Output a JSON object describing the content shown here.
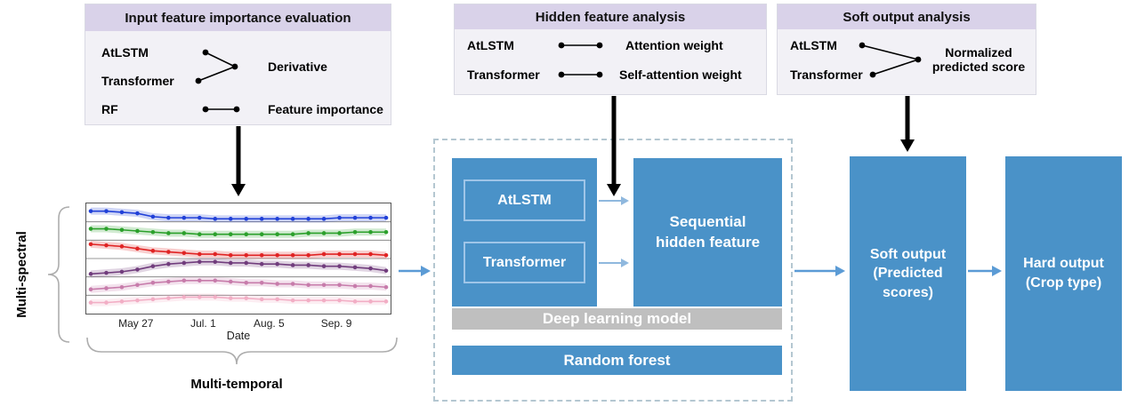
{
  "figure": {
    "colors": {
      "panel_header": "#d9d2e9",
      "panel_body": "#f2f1f6",
      "box_blue": "#4a92c8",
      "gray_bar": "#bfbfbf",
      "flow_arrow_blue": "#5b9bd5",
      "black_arrow": "#000000"
    }
  },
  "panels": {
    "input_importance": {
      "title": "Input feature importance evaluation",
      "models": [
        "AtLSTM",
        "Transformer",
        "RF"
      ],
      "derivative_label": "Derivative",
      "feature_importance_label": "Feature importance"
    },
    "hidden_feature": {
      "title": "Hidden feature analysis",
      "rows": [
        {
          "model": "AtLSTM",
          "weight": "Attention weight"
        },
        {
          "model": "Transformer",
          "weight": "Self-attention weight"
        }
      ]
    },
    "soft_output_analysis": {
      "title": "Soft output analysis",
      "models": [
        "AtLSTM",
        "Transformer"
      ],
      "output_label": "Normalized predicted score"
    }
  },
  "pipeline": {
    "atlstm": "AtLSTM",
    "transformer": "Transformer",
    "sequential_hidden_feature": "Sequential hidden feature",
    "deep_learning_model": "Deep learning model",
    "random_forest": "Random forest",
    "soft_output": "Soft output (Predicted scores)",
    "hard_output": "Hard output (Crop type)"
  },
  "labels": {
    "multi_spectral": "Multi-spectral",
    "multi_temporal": "Multi-temporal",
    "date_axis": "Date"
  },
  "chart_data": {
    "type": "line",
    "title": "",
    "xlabel": "Date",
    "ylabel": "",
    "x_ticks": [
      {
        "label": "May 27",
        "pos": 0.165
      },
      {
        "label": "Jul. 1",
        "pos": 0.385
      },
      {
        "label": "Aug. 5",
        "pos": 0.6
      },
      {
        "label": "Sep. 9",
        "pos": 0.82
      }
    ],
    "ylim": [
      0,
      1
    ],
    "grid": true,
    "gridlines_y": [
      0.167,
      0.333,
      0.5,
      0.667,
      0.833
    ],
    "series": [
      {
        "name": "band-1-blue",
        "color": "#2040d8",
        "values": [
          0.93,
          0.93,
          0.92,
          0.91,
          0.88,
          0.87,
          0.87,
          0.87,
          0.86,
          0.86,
          0.86,
          0.86,
          0.86,
          0.86,
          0.86,
          0.86,
          0.87,
          0.87,
          0.87,
          0.87
        ]
      },
      {
        "name": "band-2-green",
        "color": "#2ba02b",
        "values": [
          0.77,
          0.77,
          0.76,
          0.75,
          0.74,
          0.73,
          0.73,
          0.72,
          0.72,
          0.72,
          0.72,
          0.72,
          0.72,
          0.72,
          0.73,
          0.73,
          0.73,
          0.74,
          0.74,
          0.74
        ]
      },
      {
        "name": "band-3-red",
        "color": "#e02424",
        "values": [
          0.63,
          0.62,
          0.61,
          0.59,
          0.57,
          0.56,
          0.55,
          0.54,
          0.54,
          0.53,
          0.53,
          0.53,
          0.53,
          0.53,
          0.53,
          0.54,
          0.54,
          0.54,
          0.54,
          0.53
        ]
      },
      {
        "name": "band-4-purple",
        "color": "#713d7d",
        "values": [
          0.36,
          0.37,
          0.38,
          0.4,
          0.43,
          0.45,
          0.46,
          0.47,
          0.47,
          0.46,
          0.46,
          0.45,
          0.45,
          0.44,
          0.44,
          0.43,
          0.43,
          0.42,
          0.41,
          0.39
        ]
      },
      {
        "name": "band-5-mauve",
        "color": "#c77cab",
        "values": [
          0.22,
          0.23,
          0.24,
          0.26,
          0.28,
          0.29,
          0.3,
          0.3,
          0.3,
          0.29,
          0.28,
          0.28,
          0.27,
          0.27,
          0.26,
          0.26,
          0.26,
          0.25,
          0.25,
          0.24
        ]
      },
      {
        "name": "band-6-light-pink",
        "color": "#f2aec5",
        "values": [
          0.1,
          0.1,
          0.11,
          0.12,
          0.13,
          0.14,
          0.15,
          0.15,
          0.15,
          0.14,
          0.14,
          0.13,
          0.13,
          0.12,
          0.12,
          0.12,
          0.12,
          0.11,
          0.11,
          0.11
        ]
      }
    ]
  }
}
